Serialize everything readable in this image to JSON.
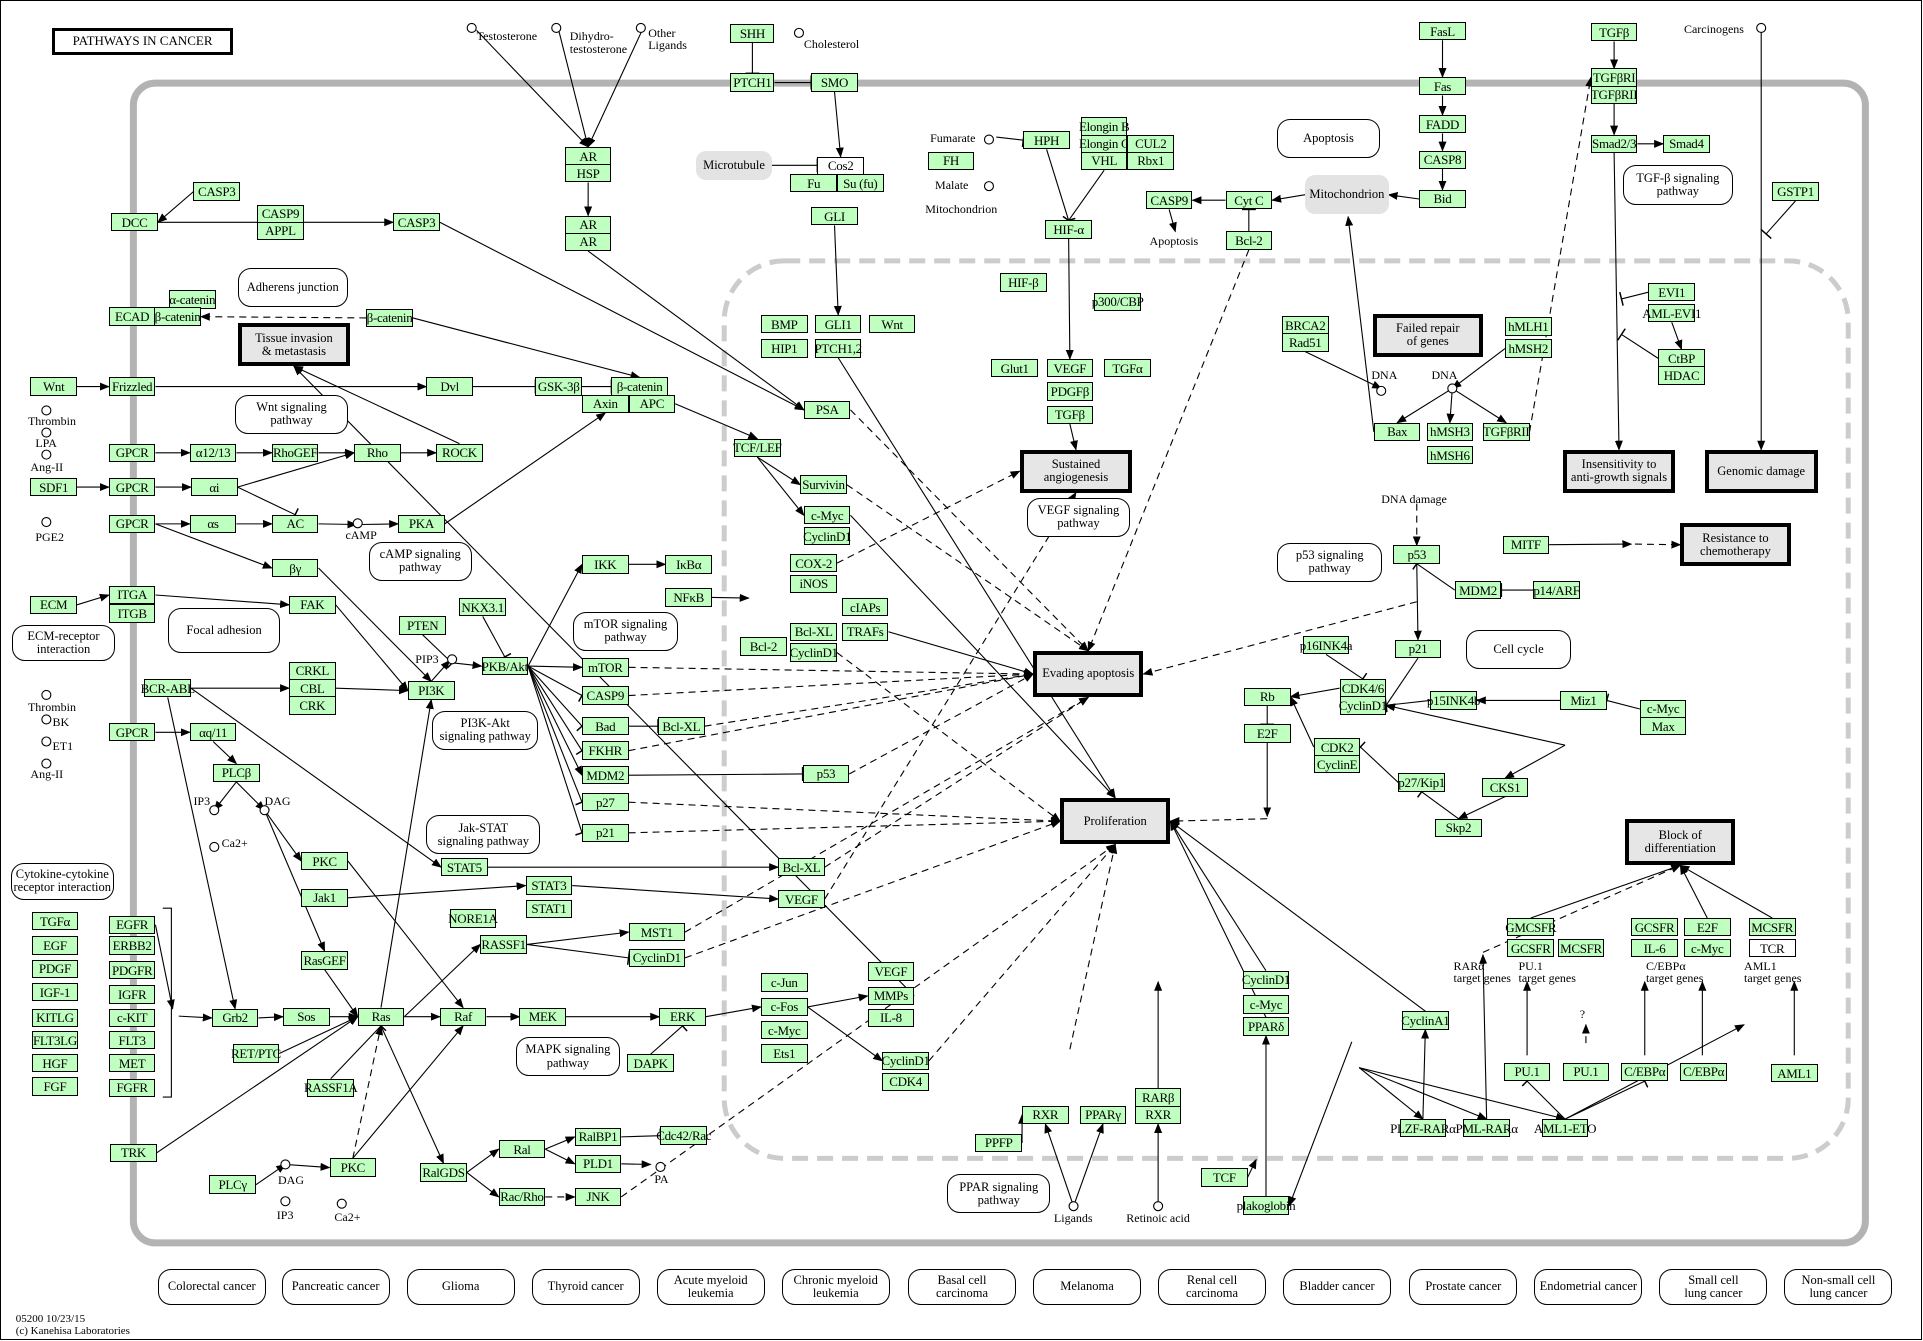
{
  "title": "PATHWAYS IN CANCER",
  "footer": {
    "id_date": "05200 10/23/15",
    "copyright": "(c) Kanehisa Laboratories"
  },
  "colors": {
    "gene_fill": "#bfffbf",
    "phenotype_fill": "#e6e6e6",
    "membrane": "#b3b3b3",
    "nucleus": "#cccccc"
  },
  "genes": {
    "casp3a": "CASP3",
    "dcc": "DCC",
    "casp9": "CASP9",
    "appl": "APPL",
    "casp3b": "CASP3",
    "ar1": "AR",
    "hsp": "HSP",
    "ar2": "AR",
    "ar3": "AR",
    "shh": "SHH",
    "ptch1": "PTCH1",
    "smo": "SMO",
    "cos2": "Cos2",
    "fu": "Fu",
    "sufu": "Su (fu)",
    "gli": "GLI",
    "acat": "α-catenin",
    "ecad": "ECAD",
    "bcat1": "β-catenin",
    "bcat2": "β-catenin",
    "wnt": "Wnt",
    "frizzled": "Frizzled",
    "dvl": "Dvl",
    "gsk3b": "GSK-3β",
    "bcat3": "β-catenin",
    "axin": "Axin",
    "apc": "APC",
    "gpcr1": "GPCR",
    "a1213": "α12/13",
    "rhogef": "RhoGEF",
    "rho": "Rho",
    "rock": "ROCK",
    "sdf1": "SDF1",
    "gpcr2": "GPCR",
    "ai": "αi",
    "gpcr3": "GPCR",
    "as": "αs",
    "ac": "AC",
    "pka": "PKA",
    "by": "βγ",
    "ecm": "ECM",
    "itga": "ITGA",
    "itgb": "ITGB",
    "fak": "FAK",
    "pten": "PTEN",
    "nkx31": "NKX3.1",
    "pkb": "PKB/Akt",
    "pi3k": "PI3K",
    "bcrabl": "BCR-ABL",
    "crkl": "CRKL",
    "cbl": "CBL",
    "crk": "CRK",
    "gpcr4": "GPCR",
    "aq11": "αq/11",
    "plcb": "PLCβ",
    "pkc1": "PKC",
    "jak1": "Jak1",
    "rasgef": "RasGEF",
    "stat5": "STAT5",
    "stat3": "STAT3",
    "stat1": "STAT1",
    "tgfa": "TGFα",
    "egfr": "EGFR",
    "egf": "EGF",
    "erbb2": "ERBB2",
    "pdgf": "PDGF",
    "pdgfr": "PDGFR",
    "igf1": "IGF-1",
    "igfr": "IGFR",
    "kitlg": "KITLG",
    "ckit": "c-KIT",
    "flt3lg": "FLT3LG",
    "flt3": "FLT3",
    "hgf": "HGF",
    "met": "MET",
    "fgf": "FGF",
    "fgfr": "FGFR",
    "grb2": "Grb2",
    "sos": "Sos",
    "ras": "Ras",
    "retptc": "RET/PTC",
    "rassf1a": "RASSF1A",
    "raf": "Raf",
    "mek": "MEK",
    "erk": "ERK",
    "dapk": "DAPK",
    "nore1a": "NORE1A",
    "rassf1": "RASSF1",
    "mst1": "MST1",
    "cycd1a": "CyclinD1",
    "trk": "TRK",
    "plcg": "PLCγ",
    "pkc2": "PKC",
    "ralgds": "RalGDS",
    "ral": "Ral",
    "ralbp1": "RalBP1",
    "cdc42": "Cdc42/Rac",
    "pld1": "PLD1",
    "racrho": "Rac/Rho",
    "jnk": "JNK",
    "ikk": "IKK",
    "ikba": "IκBα",
    "nfkb": "NFκB",
    "mtor": "mTOR",
    "casp9b": "CASP9",
    "bad": "Bad",
    "bclxl1": "Bcl-XL",
    "fkhr": "FKHR",
    "mdm2a": "MDM2",
    "p53a": "p53",
    "p27": "p27",
    "p21a": "p21",
    "bmp": "BMP",
    "gli1": "GLI1",
    "wnt2": "Wnt",
    "hip1": "HIP1",
    "ptch12": "PTCH1,2",
    "psa": "PSA",
    "tcflef": "TCF/LEF",
    "survivin": "Survivin",
    "cmyc1": "c-Myc",
    "cycd1b": "CyclinD1",
    "cox2": "COX-2",
    "inos": "iNOS",
    "ciaps": "cIAPs",
    "bclxl2": "Bcl-XL",
    "trafs": "TRAFs",
    "bcl2a": "Bcl-2",
    "cycd1c": "CyclinD1",
    "bclxl3": "Bcl-XL",
    "vegf1": "VEGF",
    "cjun": "c-Jun",
    "cfos": "c-Fos",
    "cmyc2": "c-Myc",
    "ets1": "Ets1",
    "vegf2": "VEGF",
    "mmps": "MMPs",
    "il8": "IL-8",
    "cycd1d": "CyclinD1",
    "cdk4": "CDK4",
    "hph": "HPH",
    "fh": "FH",
    "elonginb": "Elongin B",
    "elonginc": "Elongin C",
    "cul2": "CUL2",
    "vhl": "VHL",
    "rbx1": "Rbx1",
    "hifa": "HIF-α",
    "hifb": "HIF-β",
    "p300": "p300/CBP",
    "glut1": "Glut1",
    "vegf3": "VEGF",
    "tgfa2": "TGFα",
    "pdgfb": "PDGFβ",
    "tgfb1": "TGFβ",
    "casp9c": "CASP9",
    "cytc": "Cyt C",
    "bcl2b": "Bcl-2",
    "fasl": "FasL",
    "fas": "Fas",
    "fadd": "FADD",
    "casp8": "CASP8",
    "bid": "Bid",
    "tgfb2": "TGFβ",
    "tgfbr1": "TGFβRI",
    "tgfbr2": "TGFβRII",
    "smad23": "Smad2/3",
    "smad4": "Smad4",
    "gstp1": "GSTP1",
    "evi1": "EVI1",
    "amlevi1": "AML-EVI1",
    "ctbp": "CtBP",
    "hdac": "HDAC",
    "brca2": "BRCA2",
    "rad51": "Rad51",
    "hmlh1": "hMLH1",
    "hmsh2": "hMSH2",
    "bax": "Bax",
    "hmsh3": "hMSH3",
    "hmsh6": "hMSH6",
    "tgfbrii2": "TGFβRII",
    "p53b": "p53",
    "mdm2b": "MDM2",
    "p14arf": "p14/ARF",
    "mitf": "MITF",
    "p16": "p16INK4a",
    "p21b": "p21",
    "cdk46": "CDK4/6",
    "cycd1e": "CyclinD1",
    "rb": "Rb",
    "e2f1": "E2F",
    "p15": "p15INK4b",
    "miz1": "Miz1",
    "cmyc3": "c-Myc",
    "max": "Max",
    "cdk2": "CDK2",
    "cyce": "CyclinE",
    "p27kip": "p27/Kip1",
    "cks1": "CKS1",
    "skp2": "Skp2",
    "cycd1f": "CyclinD1",
    "cmyc4": "c-Myc",
    "ppard": "PPARδ",
    "tcf": "TCF",
    "plakoglobin": "plakoglobin",
    "rxr1": "RXR",
    "ppary": "PPARγ",
    "ppfp": "PPFP",
    "rarb": "RARβ",
    "rxr2": "RXR",
    "cyca1": "CyclinA1",
    "plzf": "PLZF-RARα",
    "pml": "PML-RARα",
    "aml1eto": "AML1-ETO",
    "gmcsfr": "GMCSFR",
    "gcsfr1": "GCSFR",
    "mcsfr1": "MCSFR",
    "gcsfr2": "GCSFR",
    "e2f2": "E2F",
    "il6": "IL-6",
    "cmyc5": "c-Myc",
    "mcsfr2": "MCSFR",
    "tcr": "TCR",
    "pu1a": "PU.1",
    "pu1b": "PU.1",
    "cebpa1": "C/EBPα",
    "cebpa2": "C/EBPα",
    "aml1": "AML1"
  },
  "phenotypes": {
    "tissue": "Tissue invasion\n& metastasis",
    "angio": "Sustained\nangiogenesis",
    "failed": "Failed repair\nof genes",
    "insens": "Insensitivity to\nanti-growth signals",
    "genomic": "Genomic damage",
    "resist": "Resistance to\nchemotherapy",
    "evading": "Evading apoptosis",
    "prolif": "Proliferation",
    "block": "Block of\ndifferentiation"
  },
  "pathway_links": {
    "adherens": "Adherens junction",
    "wnt": "Wnt signaling\npathway",
    "camp": "cAMP signaling\npathway",
    "focal": "Focal adhesion",
    "ecmr": "ECM-receptor\ninteraction",
    "mtor": "mTOR signaling\npathway",
    "pi3kakt": "PI3K-Akt\nsignaling pathway",
    "jakstat": "Jak-STAT\nsignaling pathway",
    "cytokine": "Cytokine-cytokine\nreceptor interaction",
    "mapk": "MAPK signaling\npathway",
    "vegf": "VEGF signaling\npathway",
    "apoptosis": "Apoptosis",
    "tgfb": "TGF-β signaling\npathway",
    "p53": "p53 signaling\npathway",
    "cellcycle": "Cell cycle",
    "ppar": "PPAR signaling\npathway"
  },
  "compartments": {
    "microtubule": "Microtubule",
    "mito_label": "Mitochondrion",
    "mitochondrion": "Mitochondrion"
  },
  "labels": {
    "testosterone": "Testosterone",
    "dht": "Dihydro-\ntestosterone",
    "other_ligands": "Other\nLigands",
    "cholesterol": "Cholesterol",
    "carcinogens": "Carcinogens",
    "fumarate": "Fumarate",
    "malate": "Malate",
    "apoptosis_out": "Apoptosis",
    "thrombin1": "Thrombin",
    "lpa": "LPA",
    "angii1": "Ang-II",
    "pge2": "PGE2",
    "camp": "cAMP",
    "pip3": "PIP3",
    "thrombin2": "Thrombin",
    "bk": "BK",
    "et1": "ET1",
    "angii2": "Ang-II",
    "ip3a": "IP3",
    "dag1": "DAG",
    "ca1": "Ca2+",
    "dag2": "DAG",
    "ip3b": "IP3",
    "ca2": "Ca2+",
    "pa": "PA",
    "dna1": "DNA",
    "dna2": "DNA",
    "dna_damage": "DNA damage",
    "ligands": "Ligands",
    "retinoic": "Retinoic acid",
    "rara_tg": "RARα\ntarget genes",
    "pu1_tg": "PU.1\ntarget genes",
    "cebp_tg": "C/EBPα\ntarget genes",
    "aml1_tg": "AML1\ntarget genes",
    "question": "?"
  },
  "diseases": [
    "Colorectal cancer",
    "Pancreatic cancer",
    "Glioma",
    "Thyroid cancer",
    "Acute myeloid\nleukemia",
    "Chronic myeloid\nleukemia",
    "Basal cell\ncarcinoma",
    "Melanoma",
    "Renal cell\ncarcinoma",
    "Bladder cancer",
    "Prostate cancer",
    "Endometrial cancer",
    "Small cell\nlung cancer",
    "Non-small cell\nlung cancer"
  ]
}
